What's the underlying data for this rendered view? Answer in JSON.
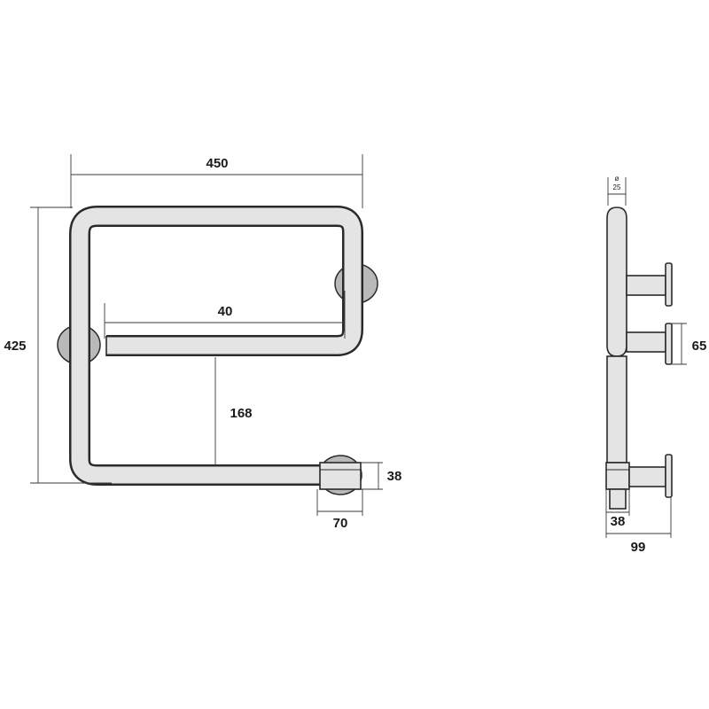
{
  "dimensions": {
    "width_overall": "450",
    "height_overall": "425",
    "inner_bar_length": "40",
    "bar_to_bottom": "168",
    "outlet_height": "38",
    "outlet_width": "70",
    "side_pipe_diameter_symbol": "ø",
    "side_pipe_diameter": "25",
    "side_bracket_height": "65",
    "side_base_width": "38",
    "side_depth": "99"
  }
}
